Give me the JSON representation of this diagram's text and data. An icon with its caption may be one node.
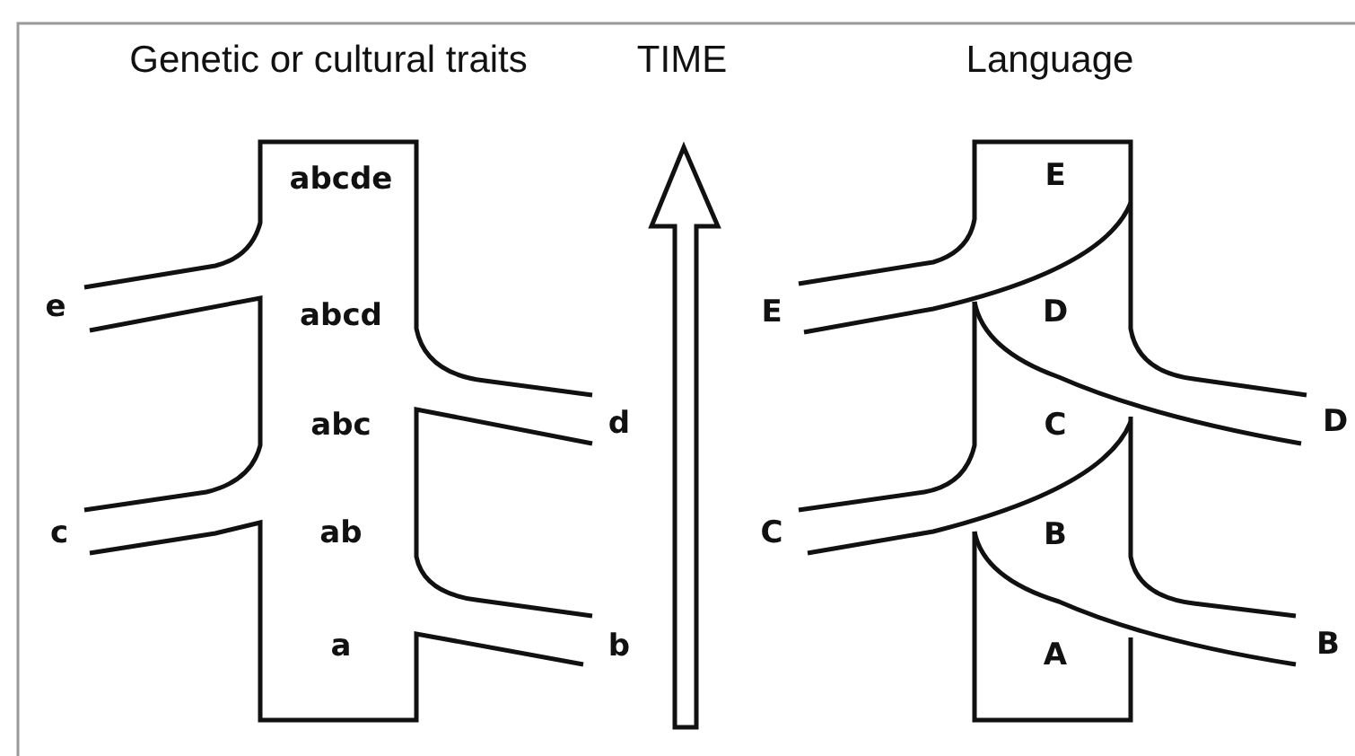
{
  "diagram": {
    "labels": [
      "Genetic or cultural traits",
      "TIME",
      "Language",
      "abcde",
      "E",
      "e",
      "abcd",
      "E",
      "D",
      "abc",
      "d",
      "C",
      "D",
      "c",
      "ab",
      "C",
      "B",
      "a",
      "b",
      "A",
      "B"
    ]
  }
}
